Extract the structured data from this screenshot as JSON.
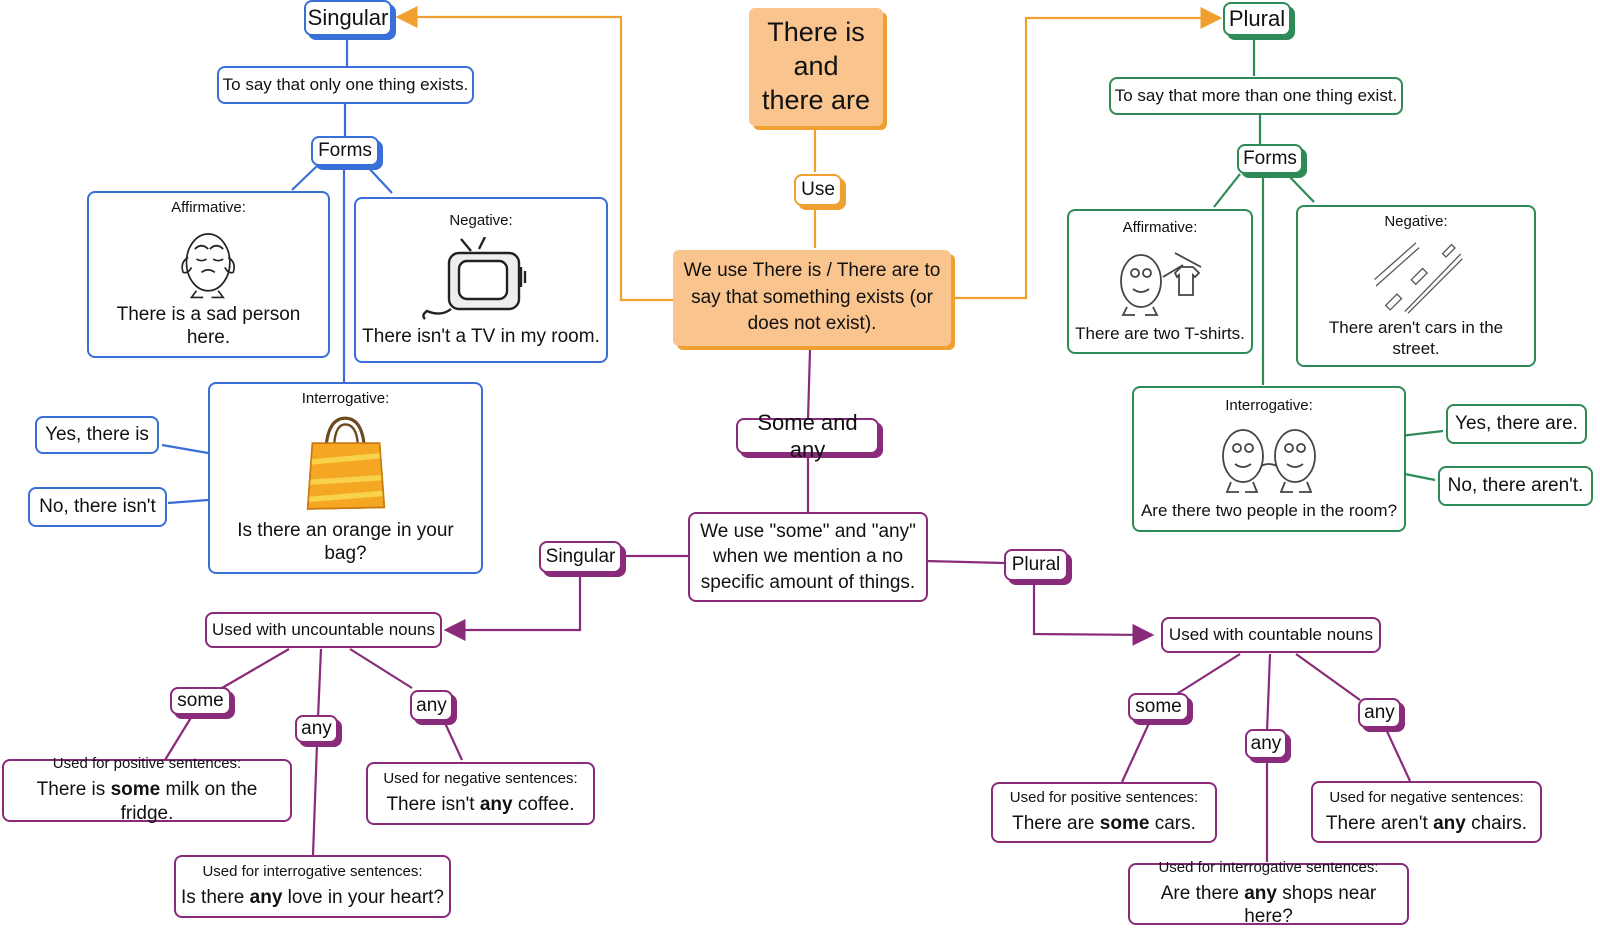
{
  "title": "There is and there are",
  "use": "Use",
  "main_definition": "We use There is / There are to say that something exists (or does not exist).",
  "singular": {
    "label": "Singular",
    "meaning": "To say that only one thing exists.",
    "forms": "Forms",
    "affirmative": {
      "caption": "Affirmative:",
      "sentence": "There is a sad person here."
    },
    "negative": {
      "caption": "Negative:",
      "sentence": "There isn't a TV in my room."
    },
    "interrogative": {
      "caption": "Interrogative:",
      "sentence": "Is there an orange in your bag?"
    },
    "yes": "Yes, there is",
    "no": "No, there isn't"
  },
  "plural": {
    "label": "Plural",
    "meaning": "To say that more than one thing exist.",
    "forms": "Forms",
    "affirmative": {
      "caption": "Affirmative:",
      "sentence": "There are two T-shirts."
    },
    "negative": {
      "caption": "Negative:",
      "sentence": "There aren't cars in the street."
    },
    "interrogative": {
      "caption": "Interrogative:",
      "sentence": "Are there two people in the room?"
    },
    "yes": "Yes, there are.",
    "no": "No, there aren't."
  },
  "some_any": {
    "label": "Some and any",
    "definition": "We use \"some\" and \"any\" when we mention a no specific amount of things.",
    "singular": {
      "label": "Singular",
      "rule": "Used with uncountable nouns",
      "some": "some",
      "any_mid": "any",
      "any_right": "any",
      "positive_caption": "Used for positive sentences:",
      "positive_pre": "There is ",
      "positive_bold": "some",
      "positive_post": " milk on the fridge.",
      "negative_caption": "Used for negative sentences:",
      "negative_pre": "There isn't ",
      "negative_bold": "any",
      "negative_post": " coffee.",
      "interrogative_caption": "Used for interrogative sentences:",
      "interrogative_pre": "Is there ",
      "interrogative_bold": "any",
      "interrogative_post": " love in your heart?"
    },
    "plural": {
      "label": "Plural",
      "rule": "Used with countable nouns",
      "some": "some",
      "any_mid": "any",
      "any_right": "any",
      "positive_caption": "Used for positive sentences:",
      "positive_pre": "There are ",
      "positive_bold": "some",
      "positive_post": " cars.",
      "negative_caption": "Used for negative sentences:",
      "negative_pre": "There aren't ",
      "negative_bold": "any",
      "negative_post": " chairs.",
      "interrogative_caption": "Used for interrogative sentences:",
      "interrogative_pre": "Are there ",
      "interrogative_bold": "any",
      "interrogative_post": " shops near here?"
    }
  },
  "colors": {
    "orange": "#f0a030",
    "orange_fill": "#f9c48e",
    "blue": "#3a6fd8",
    "green": "#2e8b57",
    "purple": "#8a2a7a",
    "bag": "#f5a623"
  }
}
